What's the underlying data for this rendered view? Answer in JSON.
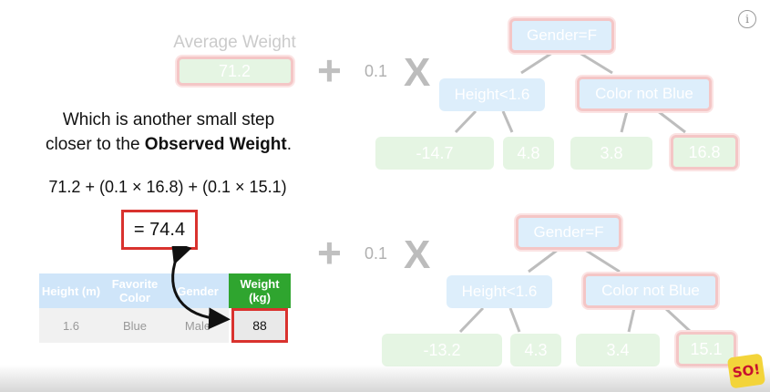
{
  "left": {
    "avg_label": "Average Weight",
    "avg_value": "71.2",
    "sentence_line1": "Which is another small step",
    "sentence_line2_pre": "closer to the ",
    "sentence_line2_bold": "Observed Weight",
    "sentence_line2_post": ".",
    "equation": "71.2 + (0.1 × 16.8) + (0.1 × 15.1)",
    "result": "= 74.4"
  },
  "operators": {
    "plus": "+",
    "learning_rate": "0.1",
    "times": "X"
  },
  "tree1": {
    "root": "Gender=F",
    "left_node": "Height<1.6",
    "right_node": "Color not Blue",
    "leaves": [
      "-14.7",
      "4.8",
      "3.8",
      "16.8"
    ]
  },
  "tree2": {
    "root": "Gender=F",
    "left_node": "Height<1.6",
    "right_node": "Color not Blue",
    "leaves": [
      "-13.2",
      "4.3",
      "3.4",
      "15.1"
    ]
  },
  "table": {
    "headers": [
      "Height (m)",
      "Favorite Color",
      "Gender",
      "Weight (kg)"
    ],
    "row": [
      "1.6",
      "Blue",
      "Male",
      "88"
    ]
  },
  "overlay": {
    "info_icon_glyph": "i",
    "logo_text": "SO!"
  },
  "colors": {
    "node_blue": "#a8d4f7",
    "leaf_green": "#bde6b6",
    "highlight_red": "#e46b6b",
    "weight_header_green": "#2fa52f",
    "result_box_red": "#d9322e"
  }
}
